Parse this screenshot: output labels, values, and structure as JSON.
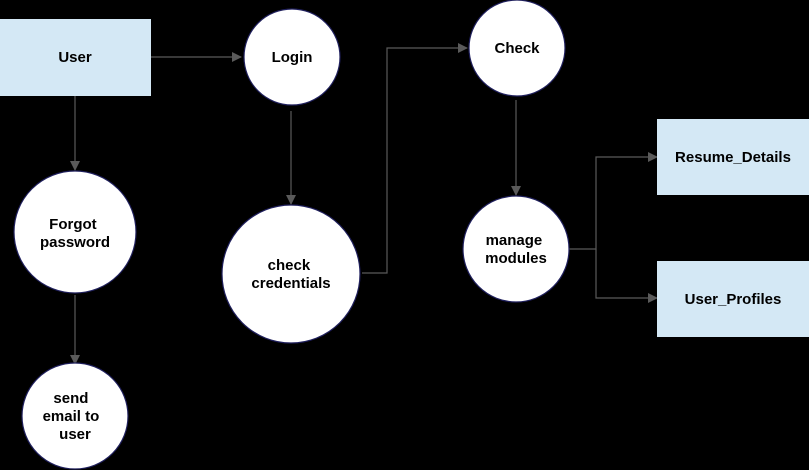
{
  "diagram": {
    "background": "#000000",
    "colors": {
      "entity_fill": "#d4e8f5",
      "process_fill": "#ffffff",
      "process_stroke": "#1f1f5c",
      "edge": "#5a5a5a",
      "text": "#000000"
    },
    "entities": {
      "user": "User",
      "resume_details": "Resume_Details",
      "user_profiles": "User_Profiles"
    },
    "processes": {
      "login": "Login",
      "check": "Check",
      "forgot_password": [
        "Forgot",
        "password"
      ],
      "check_credentials": [
        "check",
        "credentials"
      ],
      "manage_modules": [
        "manage",
        "modules"
      ],
      "send_email": [
        "send",
        "email to",
        "user"
      ]
    },
    "edges": [
      {
        "from": "User",
        "to": "Login"
      },
      {
        "from": "User",
        "to": "Forgot password"
      },
      {
        "from": "Forgot password",
        "to": "send email to user"
      },
      {
        "from": "Login",
        "to": "check credentials"
      },
      {
        "from": "check credentials",
        "to": "Check"
      },
      {
        "from": "Check",
        "to": "manage modules"
      },
      {
        "from": "manage modules",
        "to": "Resume_Details"
      },
      {
        "from": "manage modules",
        "to": "User_Profiles"
      }
    ]
  }
}
